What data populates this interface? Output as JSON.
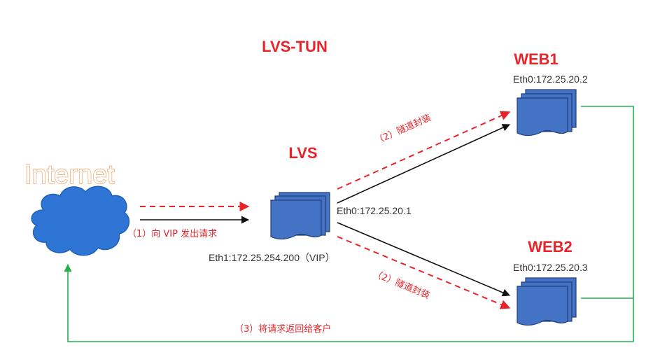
{
  "title": "LVS-TUN",
  "internet": {
    "label": "Internet"
  },
  "lvs": {
    "label": "LVS",
    "eth0": "Eth0:172.25.20.1",
    "eth1": "Eth1:172.25.254.200（VIP）"
  },
  "web1": {
    "label": "WEB1",
    "eth0": "Eth0:172.25.20.2"
  },
  "web2": {
    "label": "WEB2",
    "eth0": "Eth0:172.25.20.3"
  },
  "steps": {
    "request": "（1）向 VIP 发出请求",
    "tunnel_to_web1": "（2）隧道封装",
    "tunnel_to_web2": "（2）隧道封装",
    "return": "（3）将请求返回给客户"
  },
  "colors": {
    "accent_red": "#e8242a",
    "server_blue": "#4472c4",
    "return_green": "#22b24c",
    "cloud_blue": "#2e75d6"
  }
}
